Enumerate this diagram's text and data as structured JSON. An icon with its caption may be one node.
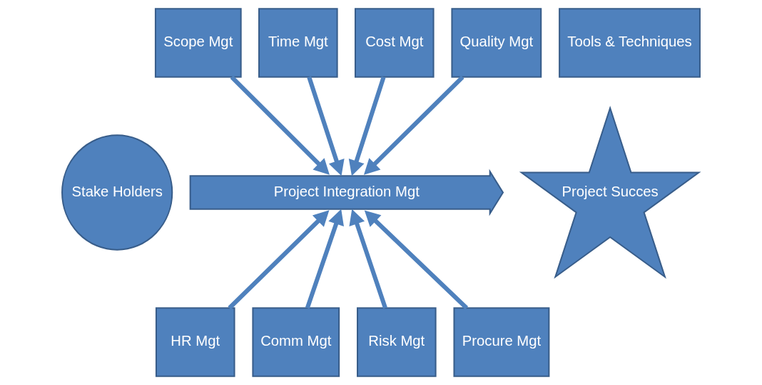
{
  "diagram": {
    "nodes": [
      {
        "text": [
          "Scope Mgt"
        ]
      },
      {
        "text": [
          "Time Mgt"
        ]
      },
      {
        "text": [
          "Cost Mgt"
        ]
      },
      {
        "text": [
          "Quality Mgt"
        ]
      },
      {
        "text": [
          "Tools & Techniques"
        ]
      },
      {
        "text": [
          "Stake Holders"
        ]
      },
      {
        "text": [
          "Project Integration Mgt"
        ]
      },
      {
        "text": [
          "Project Succes"
        ]
      },
      {
        "text": [
          "HR Mgt"
        ]
      },
      {
        "text": [
          "Comm Mgt"
        ]
      },
      {
        "text": [
          "Risk Mgt"
        ]
      },
      {
        "text": [
          "Procure Mgt"
        ]
      }
    ],
    "edges": [
      {
        "from": 0,
        "to": 6,
        "arrow": "to"
      },
      {
        "from": 1,
        "to": 6,
        "arrow": "to"
      },
      {
        "from": 2,
        "to": 6,
        "arrow": "to"
      },
      {
        "from": 3,
        "to": 6,
        "arrow": "to"
      },
      {
        "from": 8,
        "to": 6,
        "arrow": "to"
      },
      {
        "from": 9,
        "to": 6,
        "arrow": "to"
      },
      {
        "from": 10,
        "to": 6,
        "arrow": "to"
      },
      {
        "from": 11,
        "to": 6,
        "arrow": "to"
      }
    ]
  }
}
